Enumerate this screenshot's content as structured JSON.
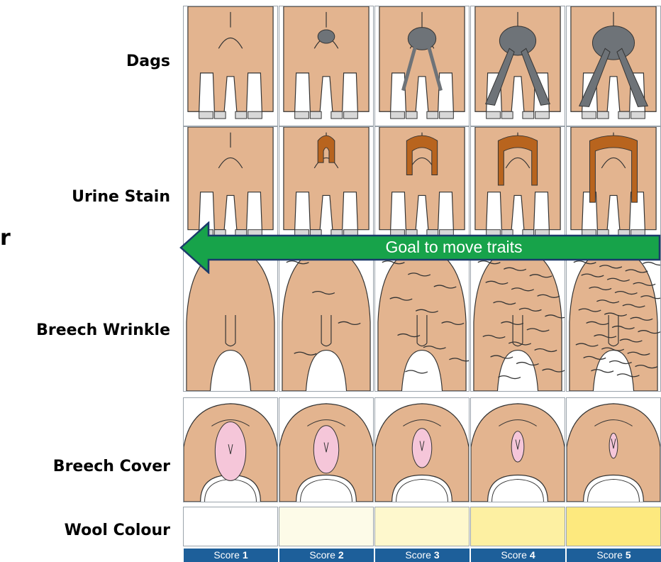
{
  "rows": [
    {
      "key": "dags",
      "label": "Dags"
    },
    {
      "key": "urine",
      "label": "Urine Stain"
    },
    {
      "key": "wrinkle",
      "label": "Breech Wrinkle"
    },
    {
      "key": "cover",
      "label": "Breech Cover"
    },
    {
      "key": "colour",
      "label": "Wool Colour"
    }
  ],
  "stray_label": "r",
  "arrow": {
    "label": "Goal to move traits",
    "color": "#17a34a",
    "border": "#1b3a6b",
    "direction": "left"
  },
  "scores": [
    {
      "prefix": "Score",
      "num": "1"
    },
    {
      "prefix": "Score",
      "num": "2"
    },
    {
      "prefix": "Score",
      "num": "3"
    },
    {
      "prefix": "Score",
      "num": "4"
    },
    {
      "prefix": "Score",
      "num": "5"
    }
  ],
  "colors": {
    "skin": "#e3b48f",
    "dag": "#6e7378",
    "urine": "#b8641e",
    "cover_pink": "#f5c6d9",
    "score_bar": "#1d5f9a",
    "wool_colour": [
      "#ffffff",
      "#fdfbe8",
      "#fef8cd",
      "#fdf0a2",
      "#fde97e"
    ]
  }
}
